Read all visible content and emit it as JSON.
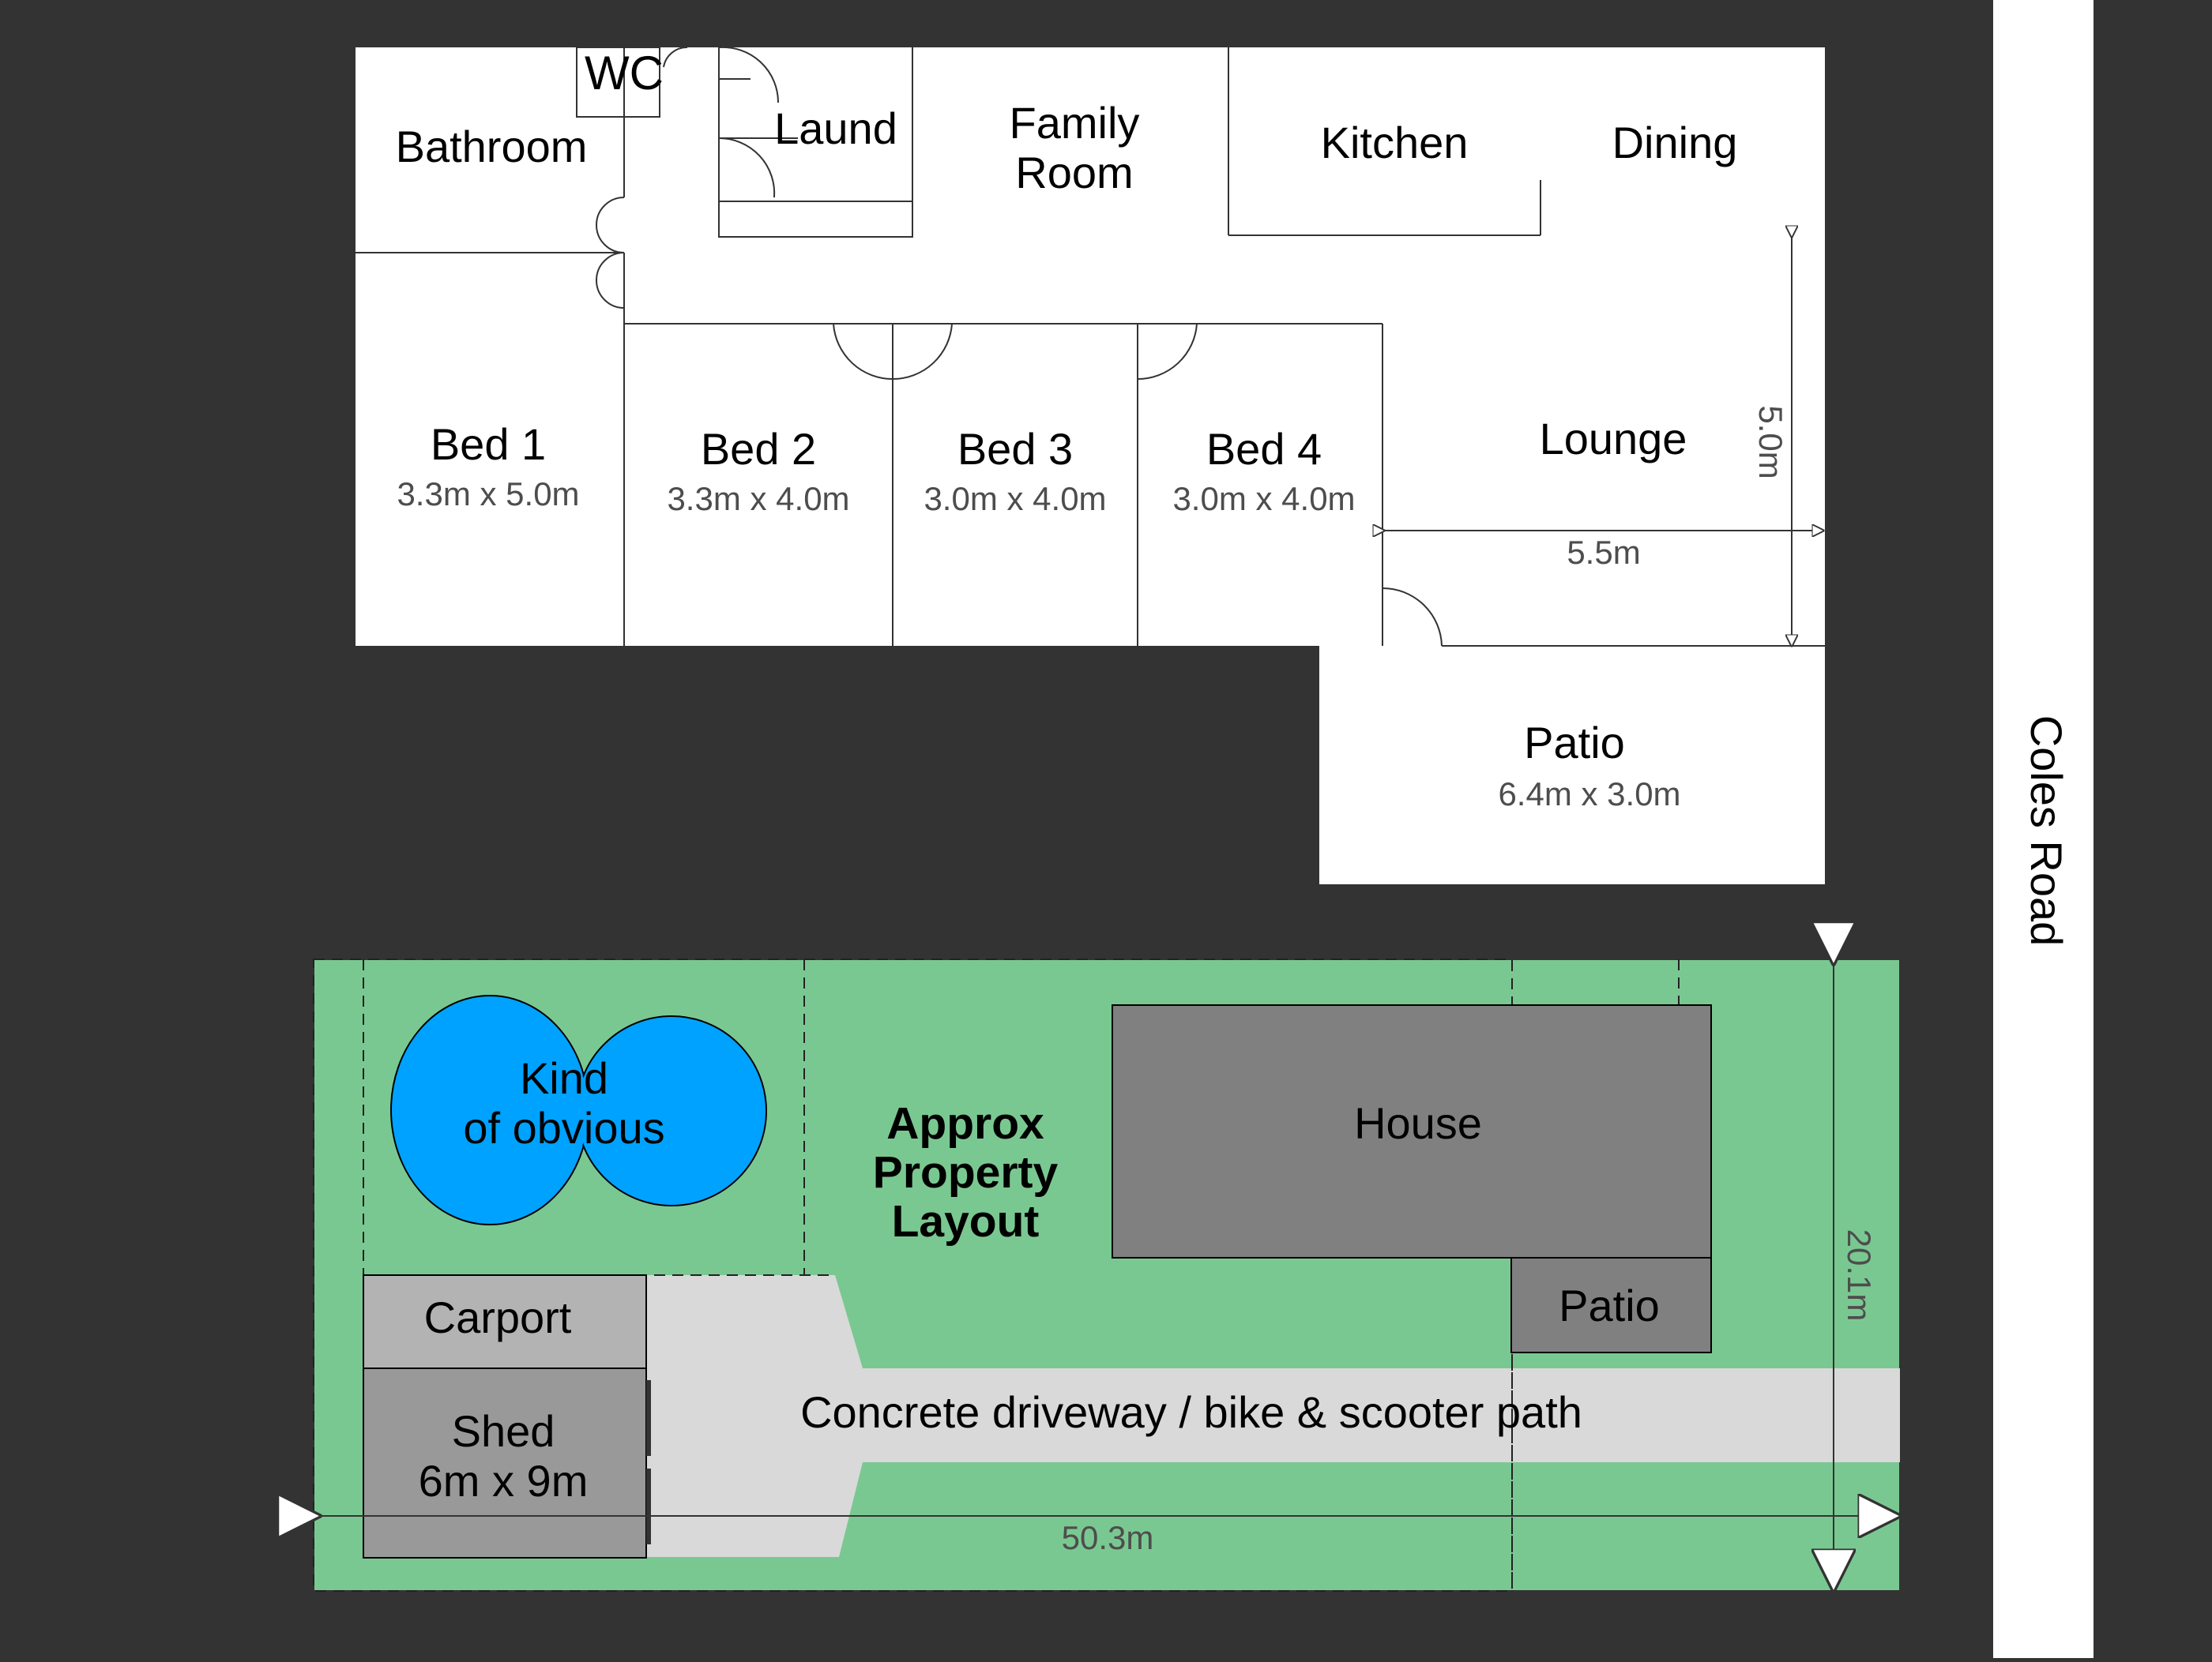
{
  "road": {
    "label": "Coles Road"
  },
  "floor_plan": {
    "rooms": {
      "wc": "WC",
      "laundry": "Laund",
      "bathroom": "Bathroom",
      "family_line1": "Family",
      "family_line2": "Room",
      "kitchen": "Kitchen",
      "dining": "Dining",
      "lounge": "Lounge",
      "bed1": {
        "name": "Bed 1",
        "size": "3.3m x 5.0m"
      },
      "bed2": {
        "name": "Bed 2",
        "size": "3.3m x 4.0m"
      },
      "bed3": {
        "name": "Bed 3",
        "size": "3.0m x 4.0m"
      },
      "bed4": {
        "name": "Bed 4",
        "size": "3.0m x 4.0m"
      },
      "patio": {
        "name": "Patio",
        "size": "6.4m x 3.0m"
      }
    },
    "dimensions": {
      "lounge_depth": "5.0m",
      "lounge_width": "5.5m"
    }
  },
  "site_plan": {
    "pool_line1": "Kind",
    "pool_line2": "of obvious",
    "title_line1": "Approx",
    "title_line2": "Property",
    "title_line3": "Layout",
    "house": "House",
    "patio": "Patio",
    "carport": "Carport",
    "shed_line1": "Shed",
    "shed_line2": "6m x 9m",
    "driveway": "Concrete driveway / bike & scooter path",
    "lot_length": "50.3m",
    "lot_width": "20.1m",
    "colors": {
      "lawn": "#7ac891",
      "pool": "#00a2ff",
      "house": "#808080",
      "carport": "#b3b3b3",
      "shed": "#999999",
      "driveway": "#d9d9d9"
    }
  }
}
